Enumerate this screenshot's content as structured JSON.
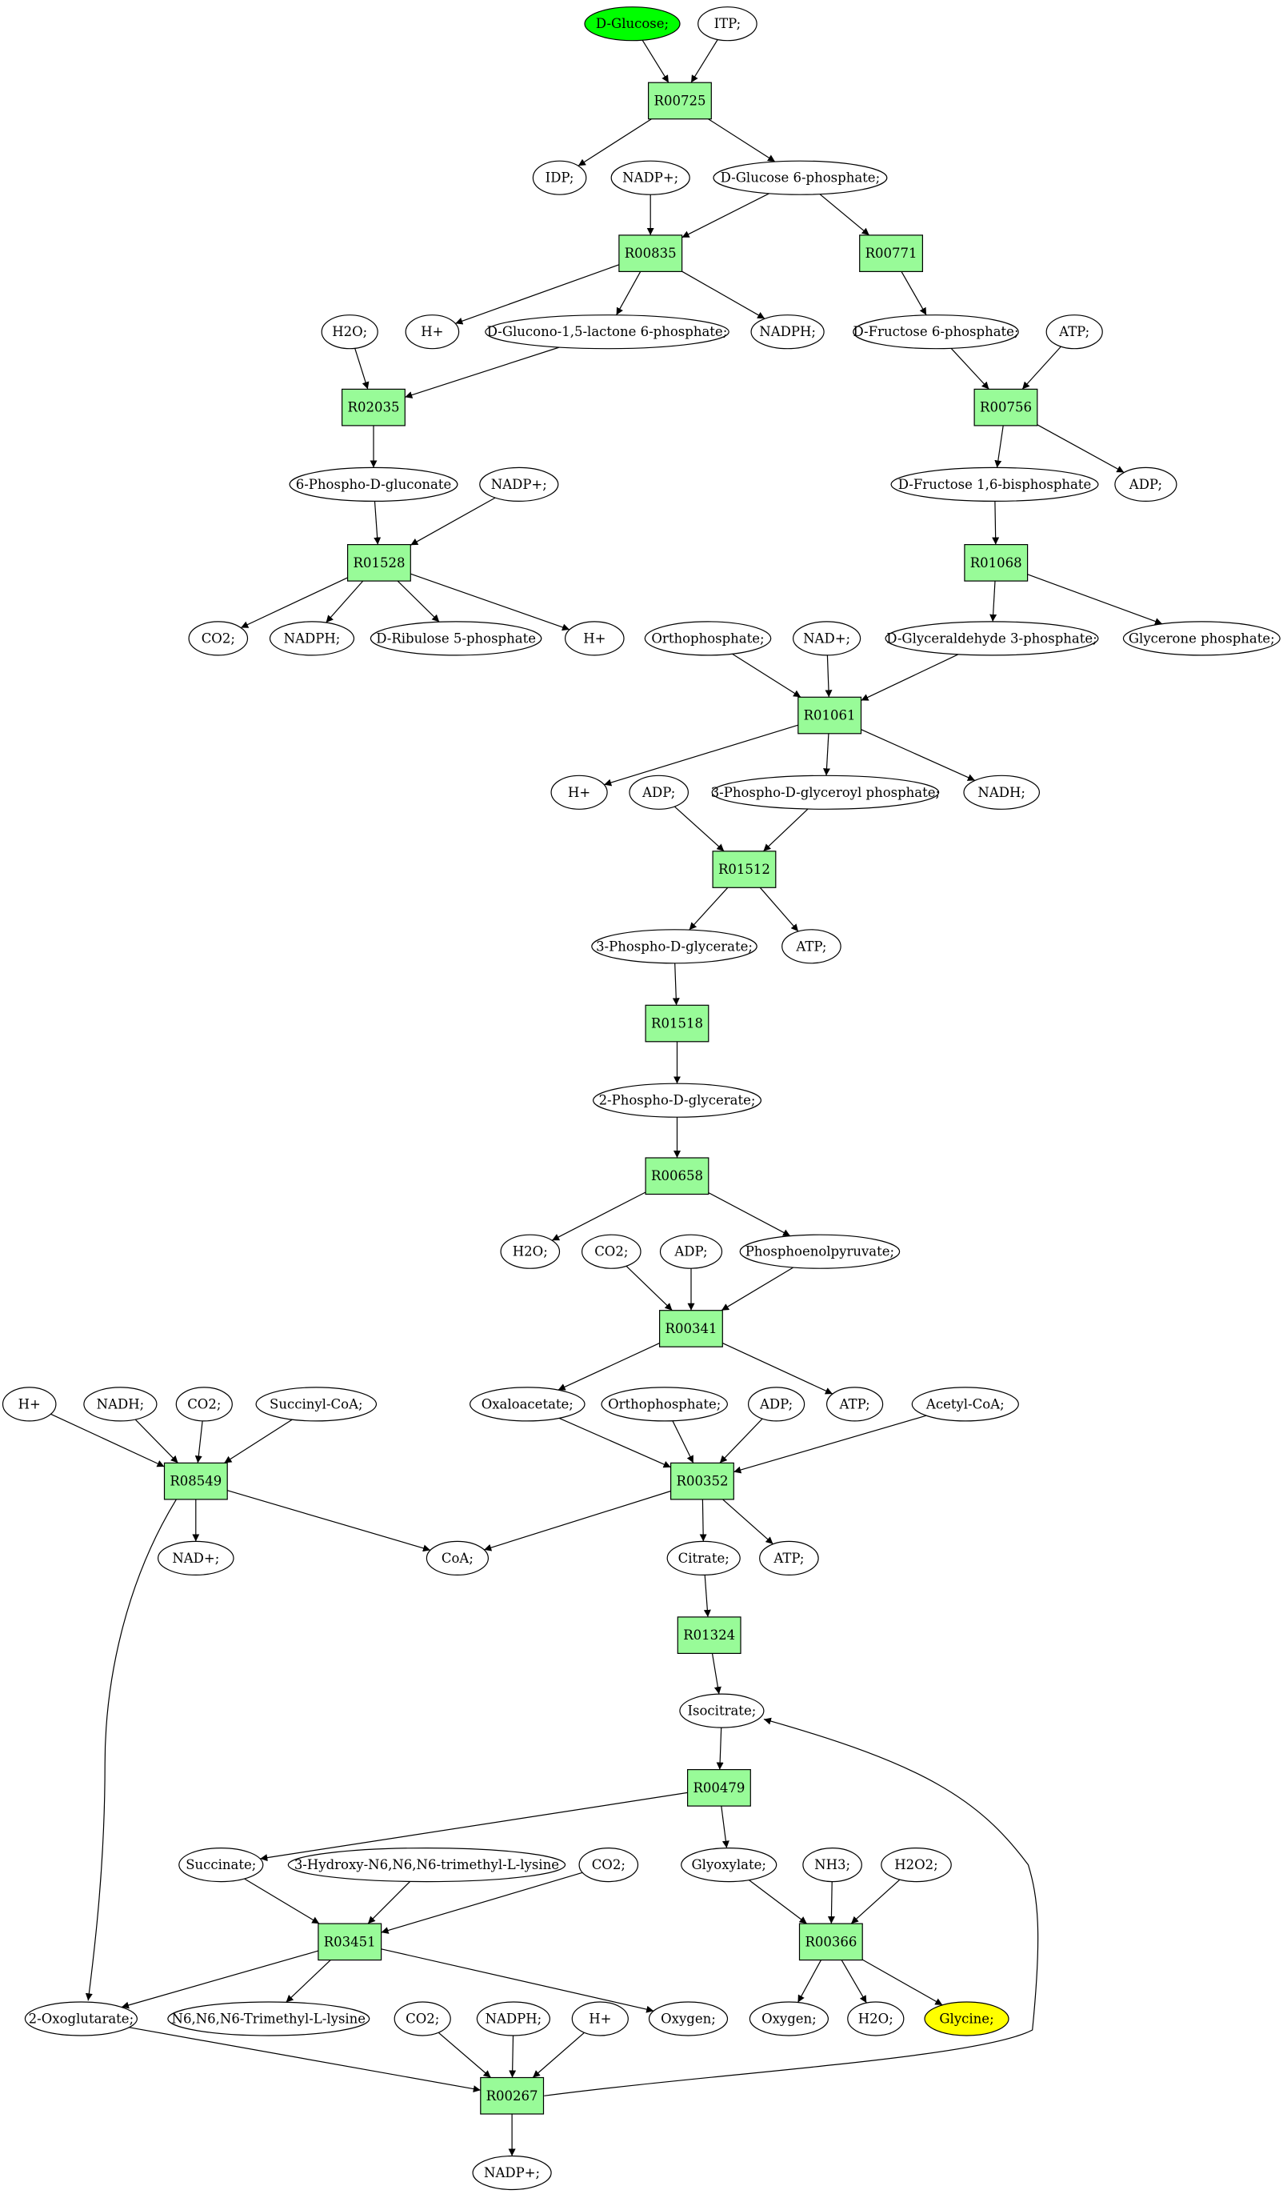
{
  "colors": {
    "reaction_fill": "#98fb98",
    "source_fill": "#00ff00",
    "target_fill": "#ffff00",
    "compound_fill": "#ffffff",
    "stroke": "#000000"
  },
  "nodes": {
    "c_glucose": {
      "label": "D-Glucose;",
      "kind": "compound",
      "role": "source"
    },
    "c_itp": {
      "label": "ITP;",
      "kind": "compound"
    },
    "r00725": {
      "label": "R00725",
      "kind": "reaction"
    },
    "c_idp": {
      "label": "IDP;",
      "kind": "compound"
    },
    "c_nadp1": {
      "label": "NADP+;",
      "kind": "compound"
    },
    "c_g6p": {
      "label": "D-Glucose 6-phosphate;",
      "kind": "compound"
    },
    "r00835": {
      "label": "R00835",
      "kind": "reaction"
    },
    "r00771": {
      "label": "R00771",
      "kind": "reaction"
    },
    "c_h2o1": {
      "label": "H2O;",
      "kind": "compound"
    },
    "c_hplus1": {
      "label": "H+",
      "kind": "compound"
    },
    "c_glucono": {
      "label": "D-Glucono-1,5-lactone 6-phosphate;",
      "kind": "compound"
    },
    "c_nadph1": {
      "label": "NADPH;",
      "kind": "compound"
    },
    "c_f6p": {
      "label": "D-Fructose 6-phosphate;",
      "kind": "compound"
    },
    "c_atp1": {
      "label": "ATP;",
      "kind": "compound"
    },
    "r02035": {
      "label": "R02035",
      "kind": "reaction"
    },
    "r00756": {
      "label": "R00756",
      "kind": "reaction"
    },
    "c_6pg": {
      "label": "6-Phospho-D-gluconate",
      "kind": "compound"
    },
    "c_nadp2": {
      "label": "NADP+;",
      "kind": "compound"
    },
    "c_fbp": {
      "label": "D-Fructose 1,6-bisphosphate",
      "kind": "compound"
    },
    "c_adp1": {
      "label": "ADP;",
      "kind": "compound"
    },
    "r01528": {
      "label": "R01528",
      "kind": "reaction"
    },
    "r01068": {
      "label": "R01068",
      "kind": "reaction"
    },
    "c_co2_1": {
      "label": "CO2;",
      "kind": "compound"
    },
    "c_nadph2": {
      "label": "NADPH;",
      "kind": "compound"
    },
    "c_ru5p": {
      "label": "D-Ribulose 5-phosphate",
      "kind": "compound"
    },
    "c_hplus2": {
      "label": "H+",
      "kind": "compound"
    },
    "c_ortho1": {
      "label": "Orthophosphate;",
      "kind": "compound"
    },
    "c_nad1": {
      "label": "NAD+;",
      "kind": "compound"
    },
    "c_gap": {
      "label": "D-Glyceraldehyde 3-phosphate;",
      "kind": "compound"
    },
    "c_dhap": {
      "label": "Glycerone phosphate;",
      "kind": "compound"
    },
    "r01061": {
      "label": "R01061",
      "kind": "reaction"
    },
    "c_hplus3": {
      "label": "H+",
      "kind": "compound"
    },
    "c_adp2": {
      "label": "ADP;",
      "kind": "compound"
    },
    "c_bpg": {
      "label": "3-Phospho-D-glyceroyl phosphate;",
      "kind": "compound"
    },
    "c_nadh1": {
      "label": "NADH;",
      "kind": "compound"
    },
    "r01512": {
      "label": "R01512",
      "kind": "reaction"
    },
    "c_3pg": {
      "label": "3-Phospho-D-glycerate;",
      "kind": "compound"
    },
    "c_atp2": {
      "label": "ATP;",
      "kind": "compound"
    },
    "r01518": {
      "label": "R01518",
      "kind": "reaction"
    },
    "c_2pg": {
      "label": "2-Phospho-D-glycerate;",
      "kind": "compound"
    },
    "r00658": {
      "label": "R00658",
      "kind": "reaction"
    },
    "c_h2o2": {
      "label": "H2O;",
      "kind": "compound"
    },
    "c_co2_2": {
      "label": "CO2;",
      "kind": "compound"
    },
    "c_adp3": {
      "label": "ADP;",
      "kind": "compound"
    },
    "c_pep": {
      "label": "Phosphoenolpyruvate;",
      "kind": "compound"
    },
    "r00341": {
      "label": "R00341",
      "kind": "reaction"
    },
    "c_hplus4": {
      "label": "H+",
      "kind": "compound"
    },
    "c_nadh2": {
      "label": "NADH;",
      "kind": "compound"
    },
    "c_co2_3": {
      "label": "CO2;",
      "kind": "compound"
    },
    "c_succoa": {
      "label": "Succinyl-CoA;",
      "kind": "compound"
    },
    "c_oaa": {
      "label": "Oxaloacetate;",
      "kind": "compound"
    },
    "c_ortho2": {
      "label": "Orthophosphate;",
      "kind": "compound"
    },
    "c_adp4": {
      "label": "ADP;",
      "kind": "compound"
    },
    "c_atp3": {
      "label": "ATP;",
      "kind": "compound"
    },
    "c_acoa": {
      "label": "Acetyl-CoA;",
      "kind": "compound"
    },
    "r08549": {
      "label": "R08549",
      "kind": "reaction"
    },
    "r00352": {
      "label": "R00352",
      "kind": "reaction"
    },
    "c_nad2": {
      "label": "NAD+;",
      "kind": "compound"
    },
    "c_coa": {
      "label": "CoA;",
      "kind": "compound"
    },
    "c_citrate": {
      "label": "Citrate;",
      "kind": "compound"
    },
    "c_atp4": {
      "label": "ATP;",
      "kind": "compound"
    },
    "r01324": {
      "label": "R01324",
      "kind": "reaction"
    },
    "c_isocitrate": {
      "label": "Isocitrate;",
      "kind": "compound"
    },
    "r00479": {
      "label": "R00479",
      "kind": "reaction"
    },
    "c_succinate": {
      "label": "Succinate;",
      "kind": "compound"
    },
    "c_hydroxy": {
      "label": "3-Hydroxy-N6,N6,N6-trimethyl-L-lysine",
      "kind": "compound"
    },
    "c_co2_4": {
      "label": "CO2;",
      "kind": "compound"
    },
    "c_glyoxylate": {
      "label": "Glyoxylate;",
      "kind": "compound"
    },
    "c_nh3": {
      "label": "NH3;",
      "kind": "compound"
    },
    "c_h2o2b": {
      "label": "H2O2;",
      "kind": "compound"
    },
    "r03451": {
      "label": "R03451",
      "kind": "reaction"
    },
    "r00366": {
      "label": "R00366",
      "kind": "reaction"
    },
    "c_2og": {
      "label": "2-Oxoglutarate;",
      "kind": "compound"
    },
    "c_trimethyl": {
      "label": "N6,N6,N6-Trimethyl-L-lysine",
      "kind": "compound"
    },
    "c_co2_5": {
      "label": "CO2;",
      "kind": "compound"
    },
    "c_nadph3": {
      "label": "NADPH;",
      "kind": "compound"
    },
    "c_hplus5": {
      "label": "H+",
      "kind": "compound"
    },
    "c_oxygen1": {
      "label": "Oxygen;",
      "kind": "compound"
    },
    "c_oxygen2": {
      "label": "Oxygen;",
      "kind": "compound"
    },
    "c_h2o3": {
      "label": "H2O;",
      "kind": "compound"
    },
    "c_glycine": {
      "label": "Glycine;",
      "kind": "compound",
      "role": "target"
    },
    "r00267": {
      "label": "R00267",
      "kind": "reaction"
    },
    "c_nadp3": {
      "label": "NADP+;",
      "kind": "compound"
    }
  },
  "edges": [
    [
      "c_glucose",
      "r00725"
    ],
    [
      "c_itp",
      "r00725"
    ],
    [
      "r00725",
      "c_idp"
    ],
    [
      "r00725",
      "c_g6p"
    ],
    [
      "c_nadp1",
      "r00835"
    ],
    [
      "c_g6p",
      "r00835"
    ],
    [
      "c_g6p",
      "r00771"
    ],
    [
      "r00835",
      "c_hplus1"
    ],
    [
      "r00835",
      "c_glucono"
    ],
    [
      "r00835",
      "c_nadph1"
    ],
    [
      "r00771",
      "c_f6p"
    ],
    [
      "c_h2o1",
      "r02035"
    ],
    [
      "c_glucono",
      "r02035"
    ],
    [
      "c_f6p",
      "r00756"
    ],
    [
      "c_atp1",
      "r00756"
    ],
    [
      "r02035",
      "c_6pg"
    ],
    [
      "r00756",
      "c_fbp"
    ],
    [
      "r00756",
      "c_adp1"
    ],
    [
      "c_6pg",
      "r01528"
    ],
    [
      "c_nadp2",
      "r01528"
    ],
    [
      "c_fbp",
      "r01068"
    ],
    [
      "r01528",
      "c_co2_1"
    ],
    [
      "r01528",
      "c_nadph2"
    ],
    [
      "r01528",
      "c_ru5p"
    ],
    [
      "r01528",
      "c_hplus2"
    ],
    [
      "r01068",
      "c_gap"
    ],
    [
      "r01068",
      "c_dhap"
    ],
    [
      "c_ortho1",
      "r01061"
    ],
    [
      "c_nad1",
      "r01061"
    ],
    [
      "c_gap",
      "r01061"
    ],
    [
      "r01061",
      "c_hplus3"
    ],
    [
      "r01061",
      "c_bpg"
    ],
    [
      "r01061",
      "c_nadh1"
    ],
    [
      "c_adp2",
      "r01512"
    ],
    [
      "c_bpg",
      "r01512"
    ],
    [
      "r01512",
      "c_3pg"
    ],
    [
      "r01512",
      "c_atp2"
    ],
    [
      "c_3pg",
      "r01518"
    ],
    [
      "r01518",
      "c_2pg"
    ],
    [
      "c_2pg",
      "r00658"
    ],
    [
      "r00658",
      "c_h2o2"
    ],
    [
      "r00658",
      "c_pep"
    ],
    [
      "c_co2_2",
      "r00341"
    ],
    [
      "c_adp3",
      "r00341"
    ],
    [
      "c_pep",
      "r00341"
    ],
    [
      "r00341",
      "c_oaa"
    ],
    [
      "r00341",
      "c_atp3"
    ],
    [
      "c_hplus4",
      "r08549"
    ],
    [
      "c_nadh2",
      "r08549"
    ],
    [
      "c_co2_3",
      "r08549"
    ],
    [
      "c_succoa",
      "r08549"
    ],
    [
      "c_oaa",
      "r00352"
    ],
    [
      "c_ortho2",
      "r00352"
    ],
    [
      "c_adp4",
      "r00352"
    ],
    [
      "c_acoa",
      "r00352"
    ],
    [
      "r08549",
      "c_nad2"
    ],
    [
      "r08549",
      "c_coa"
    ],
    [
      "r08549",
      "c_2og"
    ],
    [
      "r00352",
      "c_coa"
    ],
    [
      "r00352",
      "c_citrate"
    ],
    [
      "r00352",
      "c_atp4"
    ],
    [
      "c_citrate",
      "r01324"
    ],
    [
      "r01324",
      "c_isocitrate"
    ],
    [
      "c_isocitrate",
      "r00479"
    ],
    [
      "r00479",
      "c_succinate"
    ],
    [
      "r00479",
      "c_glyoxylate"
    ],
    [
      "c_succinate",
      "r03451"
    ],
    [
      "c_hydroxy",
      "r03451"
    ],
    [
      "c_co2_4",
      "r03451"
    ],
    [
      "c_glyoxylate",
      "r00366"
    ],
    [
      "c_nh3",
      "r00366"
    ],
    [
      "c_h2o2b",
      "r00366"
    ],
    [
      "r03451",
      "c_2og"
    ],
    [
      "r03451",
      "c_trimethyl"
    ],
    [
      "r03451",
      "c_oxygen1"
    ],
    [
      "r00366",
      "c_oxygen2"
    ],
    [
      "r00366",
      "c_h2o3"
    ],
    [
      "r00366",
      "c_glycine"
    ],
    [
      "c_2og",
      "r00267"
    ],
    [
      "c_co2_5",
      "r00267"
    ],
    [
      "c_nadph3",
      "r00267"
    ],
    [
      "c_hplus5",
      "r00267"
    ],
    [
      "r00267",
      "c_nadp3"
    ],
    [
      "r00267",
      "c_isocitrate"
    ]
  ]
}
